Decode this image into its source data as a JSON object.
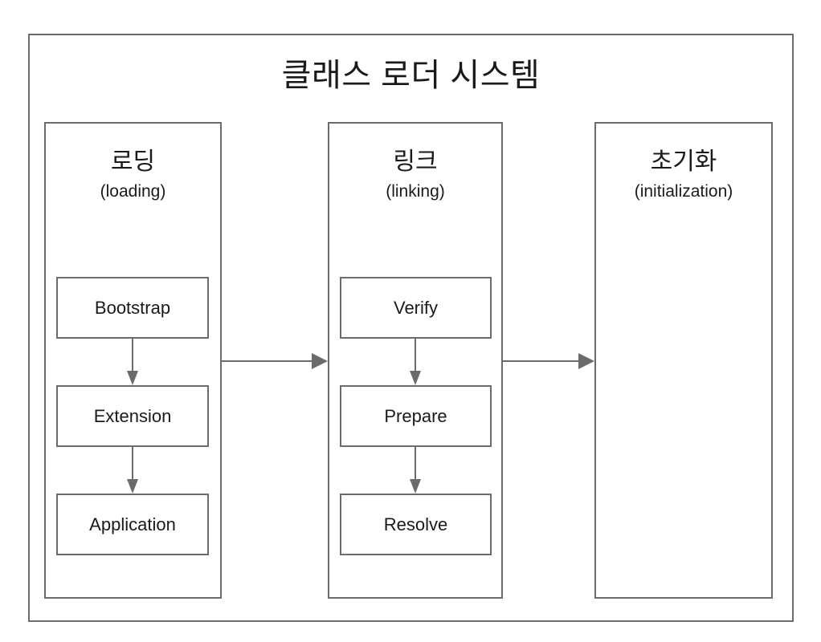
{
  "diagram": {
    "title": "클래스 로더 시스템",
    "type": "flowchart",
    "colors": {
      "border": "#6b6b6b",
      "text": "#1a1a1a",
      "background": "#ffffff",
      "arrow": "#6b6b6b"
    },
    "phases": [
      {
        "id": "loading",
        "title_ko": "로딩",
        "title_en": "(loading)",
        "steps": [
          {
            "label": "Bootstrap"
          },
          {
            "label": "Extension"
          },
          {
            "label": "Application"
          }
        ],
        "step_flow": [
          "Bootstrap -> Extension",
          "Extension -> Application"
        ]
      },
      {
        "id": "linking",
        "title_ko": "링크",
        "title_en": "(linking)",
        "steps": [
          {
            "label": "Verify"
          },
          {
            "label": "Prepare"
          },
          {
            "label": "Resolve"
          }
        ],
        "step_flow": [
          "Verify -> Prepare",
          "Prepare -> Resolve"
        ]
      },
      {
        "id": "initialization",
        "title_ko": "초기화",
        "title_en": "(initialization)",
        "steps": [],
        "step_flow": []
      }
    ],
    "phase_flow": [
      "loading -> linking",
      "linking -> initialization"
    ]
  }
}
